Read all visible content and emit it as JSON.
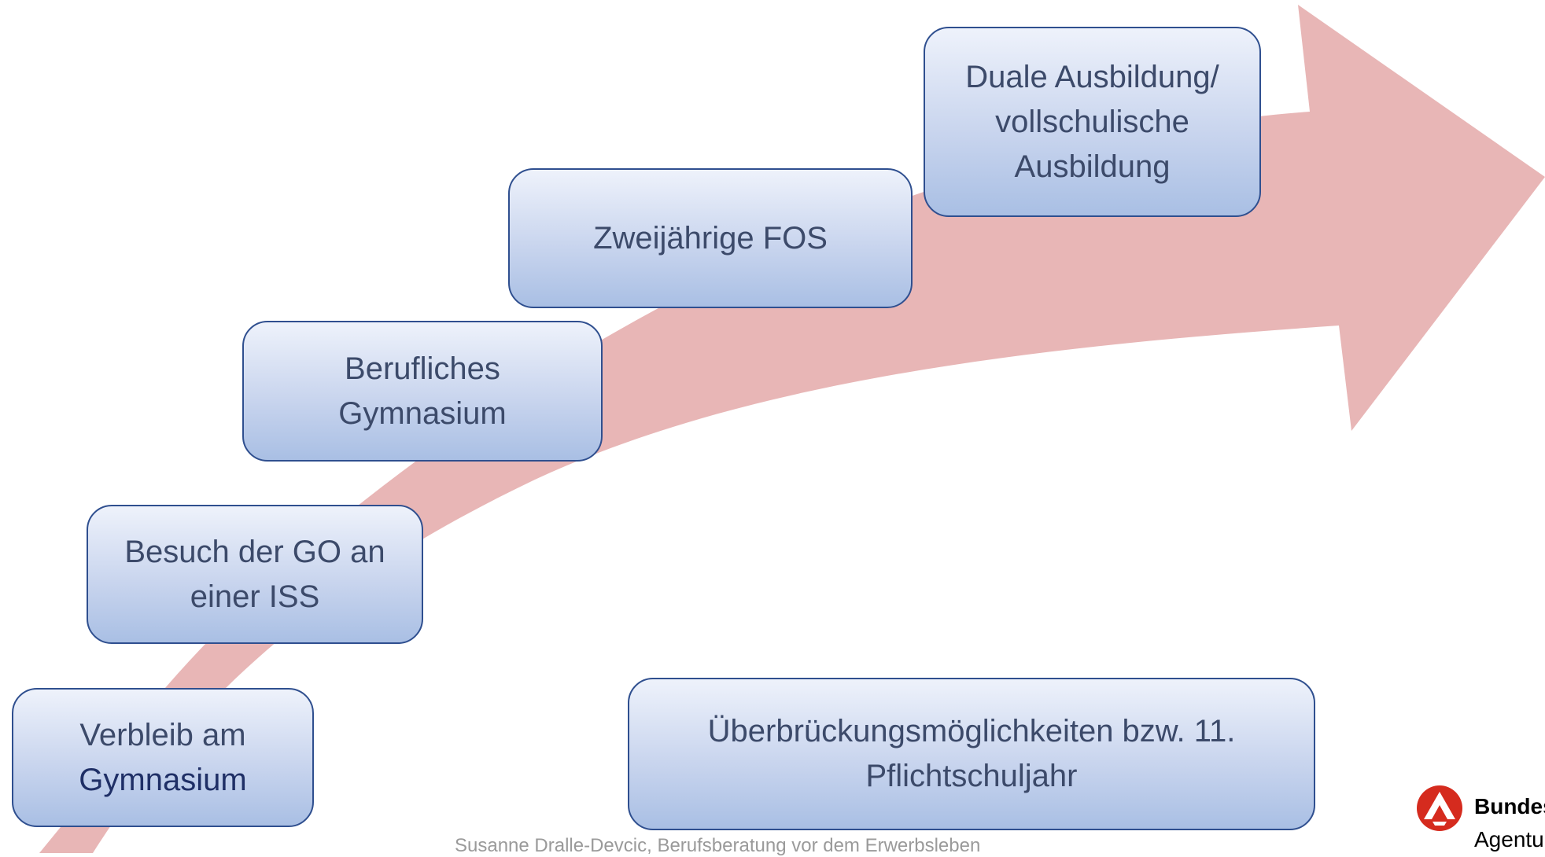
{
  "diagram": {
    "colors": {
      "arrow": "#e8b6b6",
      "box_border": "#2f4f8f",
      "box_text": "#3c4a6a",
      "logo_red": "#d52b1e"
    },
    "steps": [
      {
        "line1": "Verbleib am",
        "line2": "Gymnasium"
      },
      {
        "line1": "Besuch der GO an",
        "line2": "einer ISS"
      },
      {
        "line1": "Berufliches",
        "line2": "Gymnasium"
      },
      {
        "line1": "Zweijährige FOS"
      },
      {
        "line1": "Duale Ausbildung/",
        "line2": "vollschulische",
        "line3": "Ausbildung"
      }
    ],
    "bridge": {
      "line1": "Überbrückungsmöglichkeiten bzw. 11.",
      "line2": "Pflichtschuljahr"
    }
  },
  "footer": {
    "text": "Susanne Dralle-Devcic, Berufsberatung vor dem Erwerbsleben"
  },
  "logo": {
    "icon": "bundesagentur-logo-icon",
    "word1": "Bundes",
    "word2": "Agentur"
  }
}
